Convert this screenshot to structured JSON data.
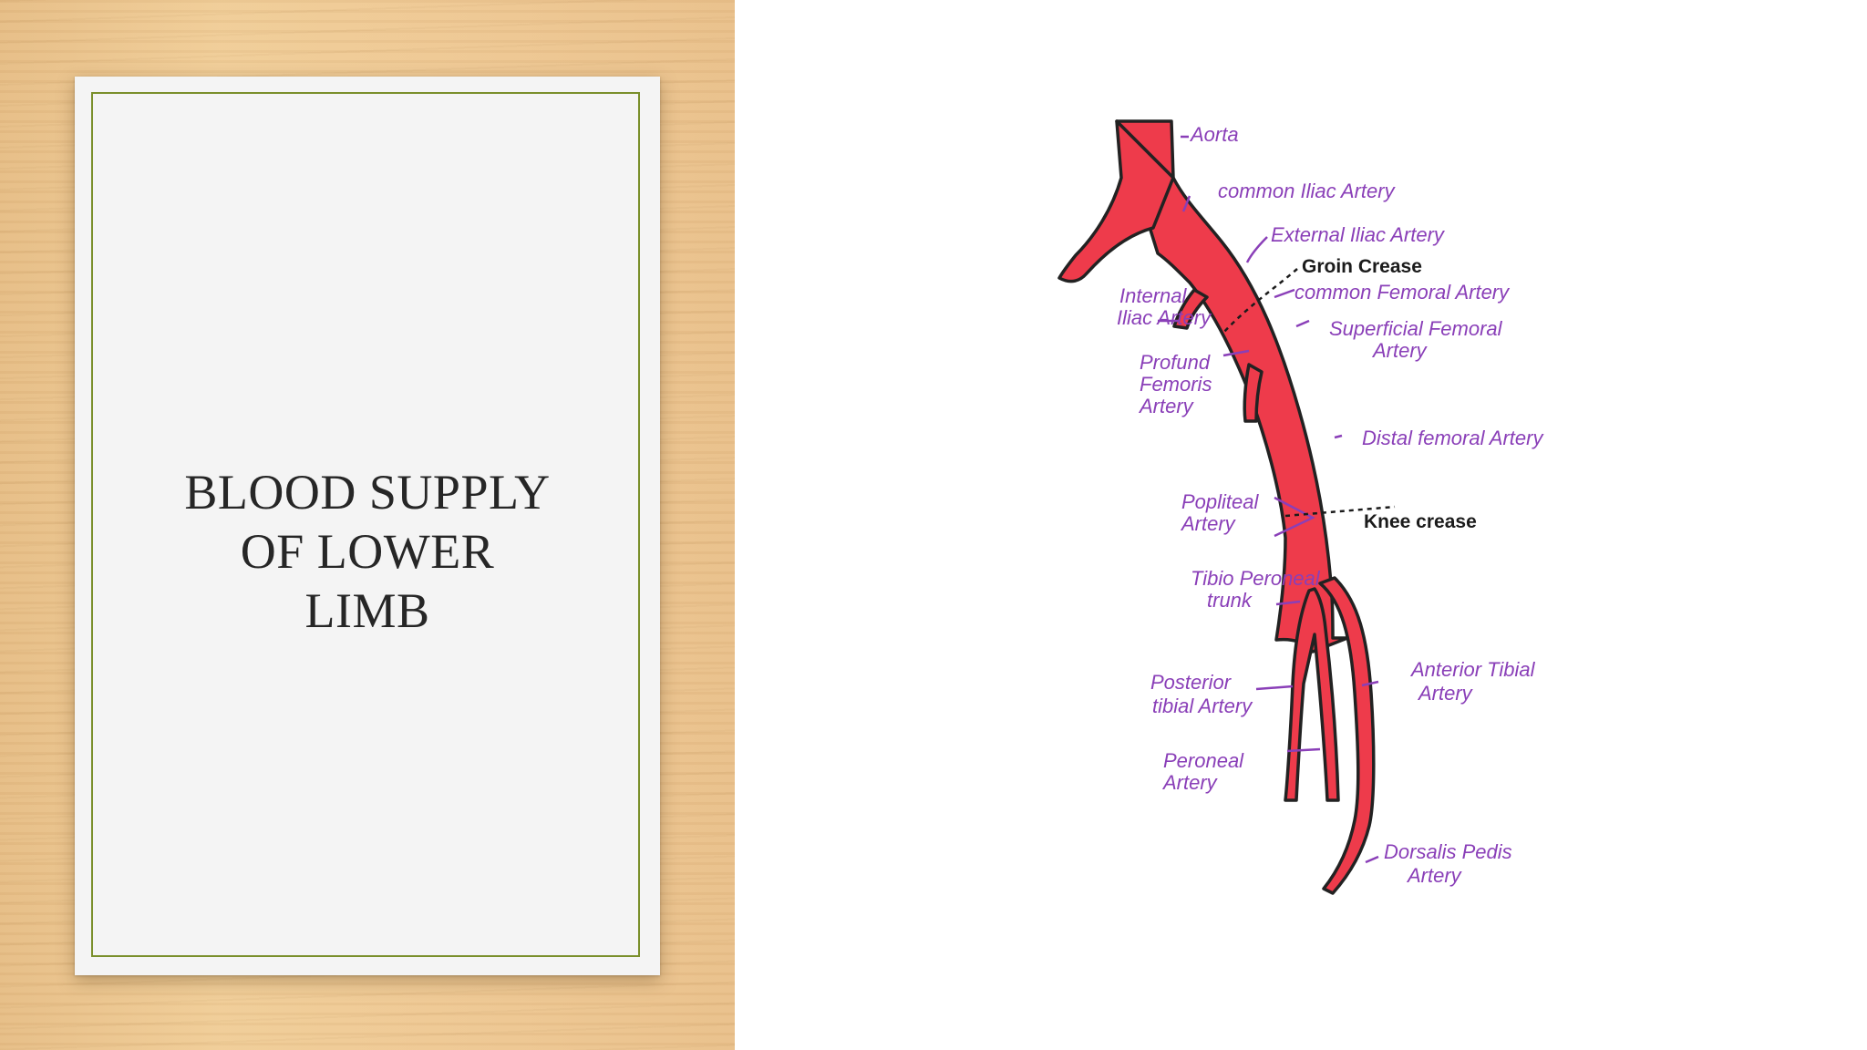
{
  "title": {
    "line1": "BLOOD SUPPLY",
    "line2": "OF LOWER",
    "line3": "LIMB"
  },
  "diagram": {
    "labels": {
      "aorta": "Aorta",
      "common_iliac": "common Iliac Artery",
      "external_iliac": "External Iliac Artery",
      "groin_crease": "Groin Crease",
      "common_femoral": "common Femoral Artery",
      "internal_iliac_1": "Internal",
      "internal_iliac_2": "Iliac Artery",
      "superficial_femoral_1": "Superficial Femoral",
      "superficial_femoral_2": "Artery",
      "profund_1": "Profund",
      "profund_2": "Femoris",
      "profund_3": "Artery",
      "distal_femoral": "Distal femoral Artery",
      "popliteal_1": "Popliteal",
      "popliteal_2": "Artery",
      "knee_crease": "Knee crease",
      "tibio_peroneal_1": "Tibio Peroneal",
      "tibio_peroneal_2": "trunk",
      "posterior_tibial_1": "Posterior",
      "posterior_tibial_2": "tibial Artery",
      "anterior_tibial_1": "Anterior Tibial",
      "anterior_tibial_2": "Artery",
      "peroneal_1": "Peroneal",
      "peroneal_2": "Artery",
      "dorsalis_pedis_1": "Dorsalis Pedis",
      "dorsalis_pedis_2": "Artery"
    }
  }
}
